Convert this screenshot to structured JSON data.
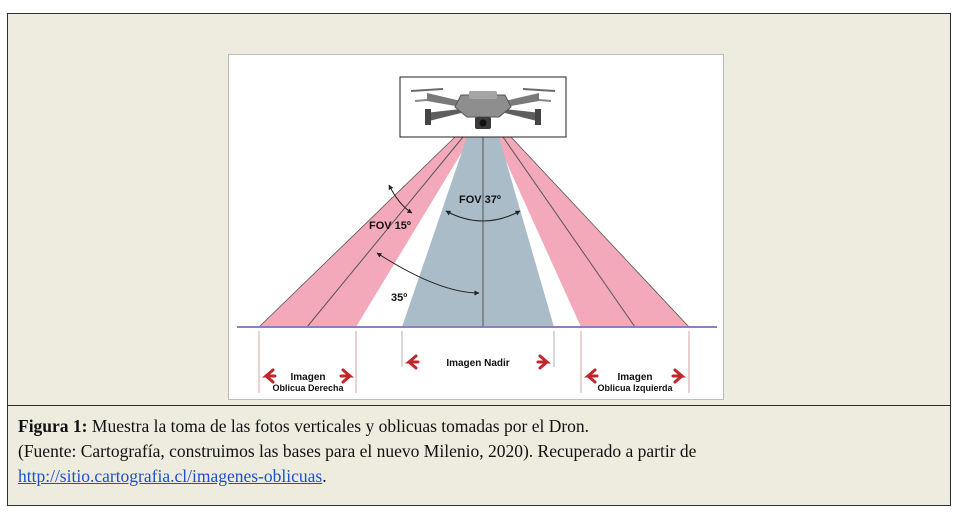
{
  "diagram": {
    "fov_nadir": "FOV 37º",
    "fov_oblique": "FOV 15º",
    "tilt_angle": "35º",
    "labels": {
      "left_line1": "Imagen",
      "left_line2": "Oblicua Derecha",
      "center": "Imagen Nadir",
      "right_line1": "Imagen",
      "right_line2": "Oblicua Izquierda"
    },
    "colors": {
      "nadir_fill": "#a9bcc8",
      "oblique_fill": "#f4a9bb",
      "ground_line": "#8e7fbf",
      "arrow": "#c0272d"
    }
  },
  "caption": {
    "figure_label": "Figura 1:",
    "figure_text": " Muestra la toma de las fotos verticales y oblicuas tomadas por el Dron.",
    "source_text": "(Fuente: Cartografía, construimos las bases para el nuevo Milenio, 2020). Recuperado a partir de",
    "link_text": "http://sitio.cartografia.cl/imagenes-oblicuas",
    "trailing": "."
  }
}
